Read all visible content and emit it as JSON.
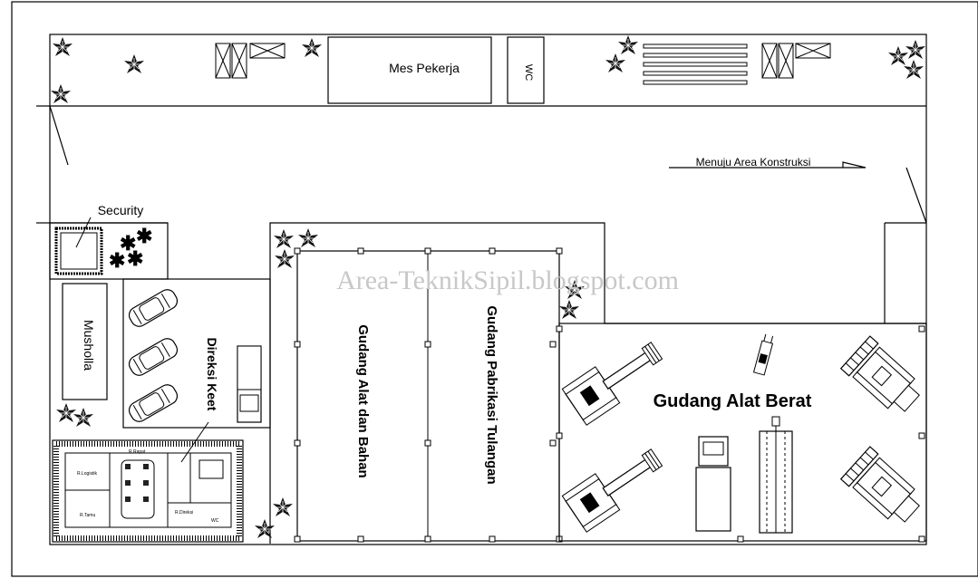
{
  "labels": {
    "mes_pekerja": "Mes Pekerja",
    "wc_top": "WC",
    "menuju": "Menuju Area Konstruksi",
    "security": "Security",
    "musholla": "Musholla",
    "direksi_keet": "Direksi Keet",
    "gudang_alat_bahan": "Gudang Alat dan Bahan",
    "gudang_pabrikasi": "Gudang Pabrikasi Tulangan",
    "gudang_alat_berat": "Gudang Alat Berat",
    "watermark": "Area-TeknikSipil.blogspot.com",
    "rm_logistik": "R.Logistik",
    "rm_rapat": "R.Rapat",
    "rm_direksi": "R.Direksi",
    "rm_wc": "WC",
    "rm_tamu": "R.Tamu"
  },
  "colors": {
    "line": "#000000",
    "background": "#ffffff",
    "watermark": "#c8c8c8"
  },
  "icons": [
    "tree-icon",
    "car-icon",
    "truck-icon",
    "excavator-icon",
    "crane-icon",
    "bulldozer-icon",
    "roller-icon"
  ]
}
